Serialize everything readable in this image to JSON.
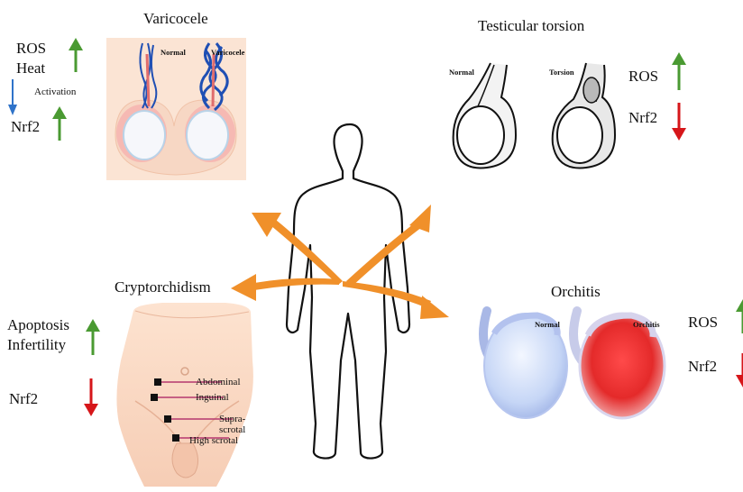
{
  "colors": {
    "up": "#4a9a32",
    "down": "#d6161a",
    "activation": "#2f73c9",
    "arrow": "#f0902a"
  },
  "varicocele": {
    "title": "Varicocele",
    "labels": {
      "normal": "Normal",
      "varicocele": "Varicocele"
    },
    "markers": {
      "ros": "ROS",
      "heat": "Heat",
      "activation": "Activation",
      "nrf2": "Nrf2"
    }
  },
  "torsion": {
    "title": "Testicular torsion",
    "labels": {
      "normal": "Normal",
      "torsion": "Torsion"
    },
    "markers": {
      "ros": "ROS",
      "nrf2": "Nrf2"
    }
  },
  "cryptorchidism": {
    "title": "Cryptorchidism",
    "markers": {
      "apoptosis": "Apoptosis",
      "infertility": "Infertility",
      "nrf2": "Nrf2"
    },
    "positions": [
      "Abdominal",
      "Inguinal",
      "Supra-scrotal",
      "High scrotal"
    ]
  },
  "orchitis": {
    "title": "Orchitis",
    "labels": {
      "normal": "Normal",
      "orchitis": "Orchitis"
    },
    "markers": {
      "ros": "ROS",
      "nrf2": "Nrf2"
    }
  }
}
